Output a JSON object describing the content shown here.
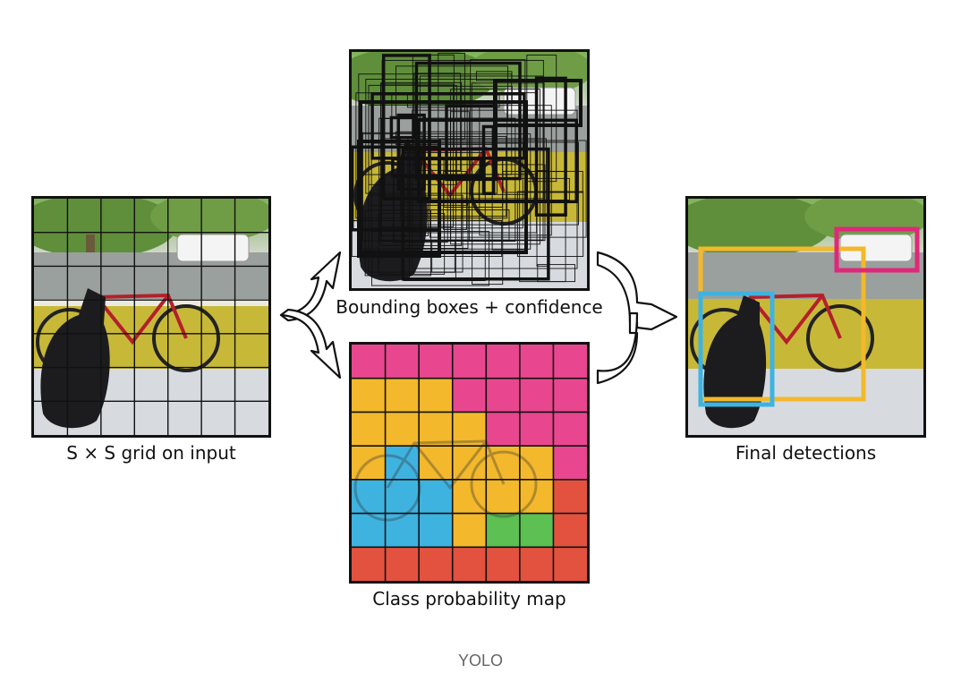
{
  "diagram": {
    "panels": {
      "input": {
        "label": "S × S grid on input",
        "grid": 7
      },
      "boxes": {
        "label": "Bounding boxes + confidence"
      },
      "classmap": {
        "label": "Class probability map",
        "grid": 7,
        "class_colors": {
          "pink": "#e8478f",
          "yellow": "#f3b82b",
          "blue": "#3fb3e0",
          "green": "#5cc052",
          "red": "#e2523e"
        },
        "cells": [
          [
            "pink",
            "pink",
            "pink",
            "pink",
            "pink",
            "pink",
            "pink"
          ],
          [
            "yellow",
            "yellow",
            "yellow",
            "pink",
            "pink",
            "pink",
            "pink"
          ],
          [
            "yellow",
            "yellow",
            "yellow",
            "yellow",
            "pink",
            "pink",
            "pink"
          ],
          [
            "yellow",
            "blue",
            "yellow",
            "yellow",
            "yellow",
            "yellow",
            "pink"
          ],
          [
            "blue",
            "blue",
            "blue",
            "yellow",
            "yellow",
            "yellow",
            "red"
          ],
          [
            "blue",
            "blue",
            "blue",
            "yellow",
            "green",
            "green",
            "red"
          ],
          [
            "red",
            "red",
            "red",
            "red",
            "red",
            "red",
            "red"
          ]
        ]
      },
      "detections": {
        "label": "Final detections",
        "boxes": [
          {
            "class": "bicycle",
            "color": "#f3b82b"
          },
          {
            "class": "dog",
            "color": "#3fb3e0"
          },
          {
            "class": "car",
            "color": "#e0287a"
          }
        ]
      }
    },
    "caption": "YOLO"
  }
}
